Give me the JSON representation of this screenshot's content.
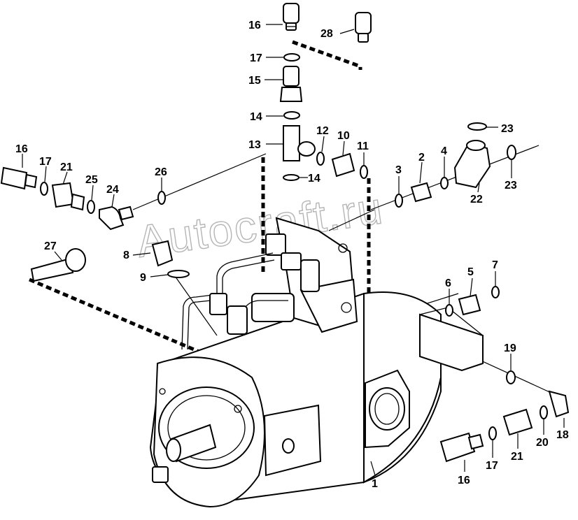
{
  "watermark": "Autocraft.ru",
  "callouts": [
    {
      "id": "c16a",
      "label": "16"
    },
    {
      "id": "c28",
      "label": "28"
    },
    {
      "id": "c17a",
      "label": "17"
    },
    {
      "id": "c15",
      "label": "15"
    },
    {
      "id": "c14a",
      "label": "14"
    },
    {
      "id": "c13",
      "label": "13"
    },
    {
      "id": "c12",
      "label": "12"
    },
    {
      "id": "c10",
      "label": "10"
    },
    {
      "id": "c11",
      "label": "11"
    },
    {
      "id": "c14b",
      "label": "14"
    },
    {
      "id": "c16b",
      "label": "16"
    },
    {
      "id": "c17b",
      "label": "17"
    },
    {
      "id": "c21a",
      "label": "21"
    },
    {
      "id": "c25",
      "label": "25"
    },
    {
      "id": "c24",
      "label": "24"
    },
    {
      "id": "c26",
      "label": "26"
    },
    {
      "id": "c27",
      "label": "27"
    },
    {
      "id": "c8",
      "label": "8"
    },
    {
      "id": "c9",
      "label": "9"
    },
    {
      "id": "c3",
      "label": "3"
    },
    {
      "id": "c2",
      "label": "2"
    },
    {
      "id": "c4",
      "label": "4"
    },
    {
      "id": "c23a",
      "label": "23"
    },
    {
      "id": "c23b",
      "label": "23"
    },
    {
      "id": "c22",
      "label": "22"
    },
    {
      "id": "c6",
      "label": "6"
    },
    {
      "id": "c5",
      "label": "5"
    },
    {
      "id": "c7",
      "label": "7"
    },
    {
      "id": "c19",
      "label": "19"
    },
    {
      "id": "c18",
      "label": "18"
    },
    {
      "id": "c20",
      "label": "20"
    },
    {
      "id": "c21b",
      "label": "21"
    },
    {
      "id": "c17c",
      "label": "17"
    },
    {
      "id": "c16c",
      "label": "16"
    },
    {
      "id": "c1",
      "label": "1"
    }
  ]
}
